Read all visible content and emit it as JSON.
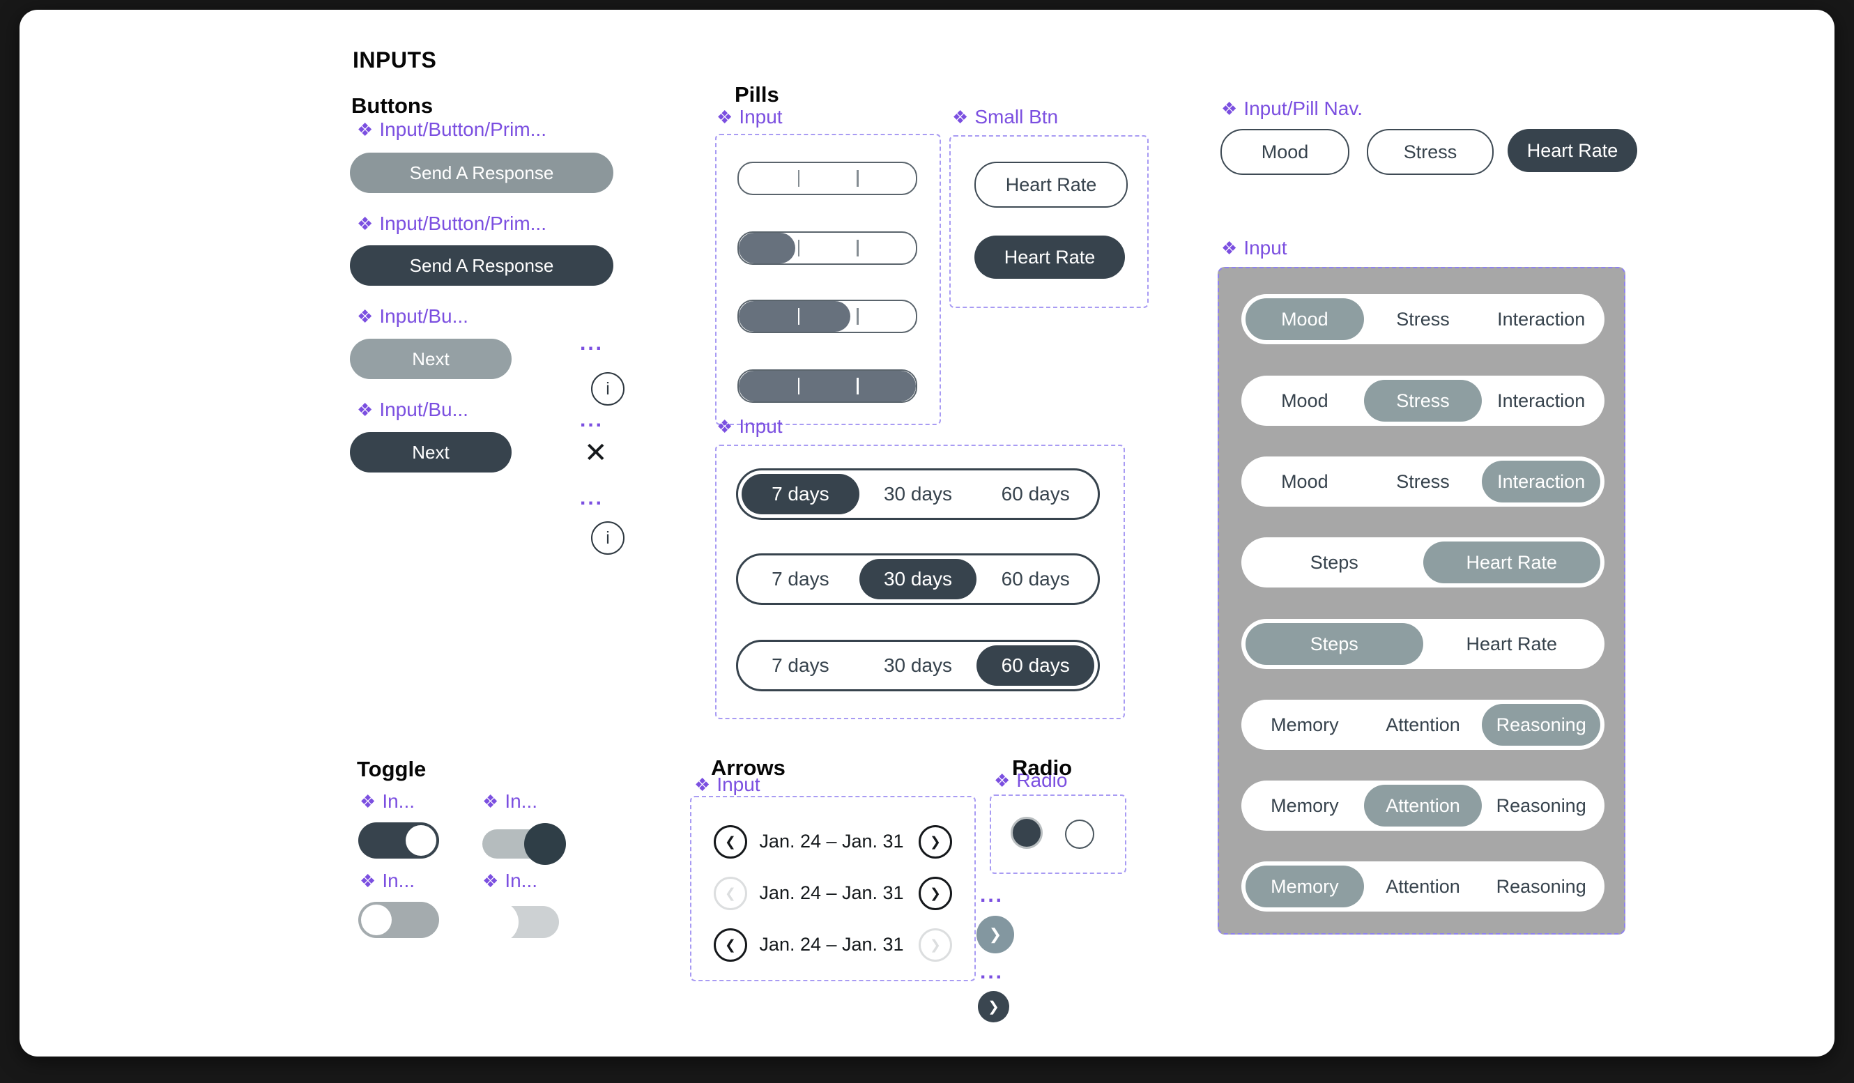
{
  "title": "INPUTS",
  "icons": {
    "component": "❖",
    "info": "i",
    "close": "✕",
    "chevron_left": "❮",
    "chevron_right": "❯",
    "ellipsis": "..."
  },
  "colors": {
    "accent_purple": "#7b4fe0",
    "dashed_border": "#a89bf3",
    "dark_slate": "#37434d",
    "gray_button": "#8c979b",
    "sage_selected": "#8e9ea1",
    "slider_fill": "#67717d",
    "panel_background": "#a7a7a7"
  },
  "buttons_section": {
    "heading": "Buttons",
    "item1": {
      "label": "Input/Button/Prim...",
      "button": "Send A Response"
    },
    "item2": {
      "label": "Input/Button/Prim...",
      "button": "Send A Response"
    },
    "item3": {
      "label": "Input/Bu...",
      "button": "Next"
    },
    "item4": {
      "label": "Input/Bu...",
      "button": "Next"
    }
  },
  "pills_section": {
    "heading": "Pills",
    "sliders_label": "Input",
    "days_label": "Input",
    "days_options": [
      "7 days",
      "30 days",
      "60 days"
    ]
  },
  "small_btn_section": {
    "label": "Small Btn",
    "outline_button": "Heart Rate",
    "filled_button": "Heart Rate"
  },
  "pill_nav": {
    "label": "Input/Pill Nav.",
    "items": [
      "Mood",
      "Stress",
      "Heart Rate"
    ]
  },
  "panel": {
    "label": "Input",
    "rows": [
      {
        "segments": [
          "Mood",
          "Stress",
          "Interaction"
        ]
      },
      {
        "segments": [
          "Mood",
          "Stress",
          "Interaction"
        ]
      },
      {
        "segments": [
          "Mood",
          "Stress",
          "Interaction"
        ]
      },
      {
        "segments": [
          "Steps",
          "Heart Rate"
        ]
      },
      {
        "segments": [
          "Steps",
          "Heart Rate"
        ]
      },
      {
        "segments": [
          "Memory",
          "Attention",
          "Reasoning"
        ]
      },
      {
        "segments": [
          "Memory",
          "Attention",
          "Reasoning"
        ]
      },
      {
        "segments": [
          "Memory",
          "Attention",
          "Reasoning"
        ]
      }
    ]
  },
  "toggle_section": {
    "heading": "Toggle",
    "label": "In..."
  },
  "arrows_section": {
    "heading": "Arrows",
    "label": "Input",
    "date_range": "Jan. 24 – Jan. 31"
  },
  "radio_section": {
    "heading": "Radio",
    "label": "Radio"
  }
}
